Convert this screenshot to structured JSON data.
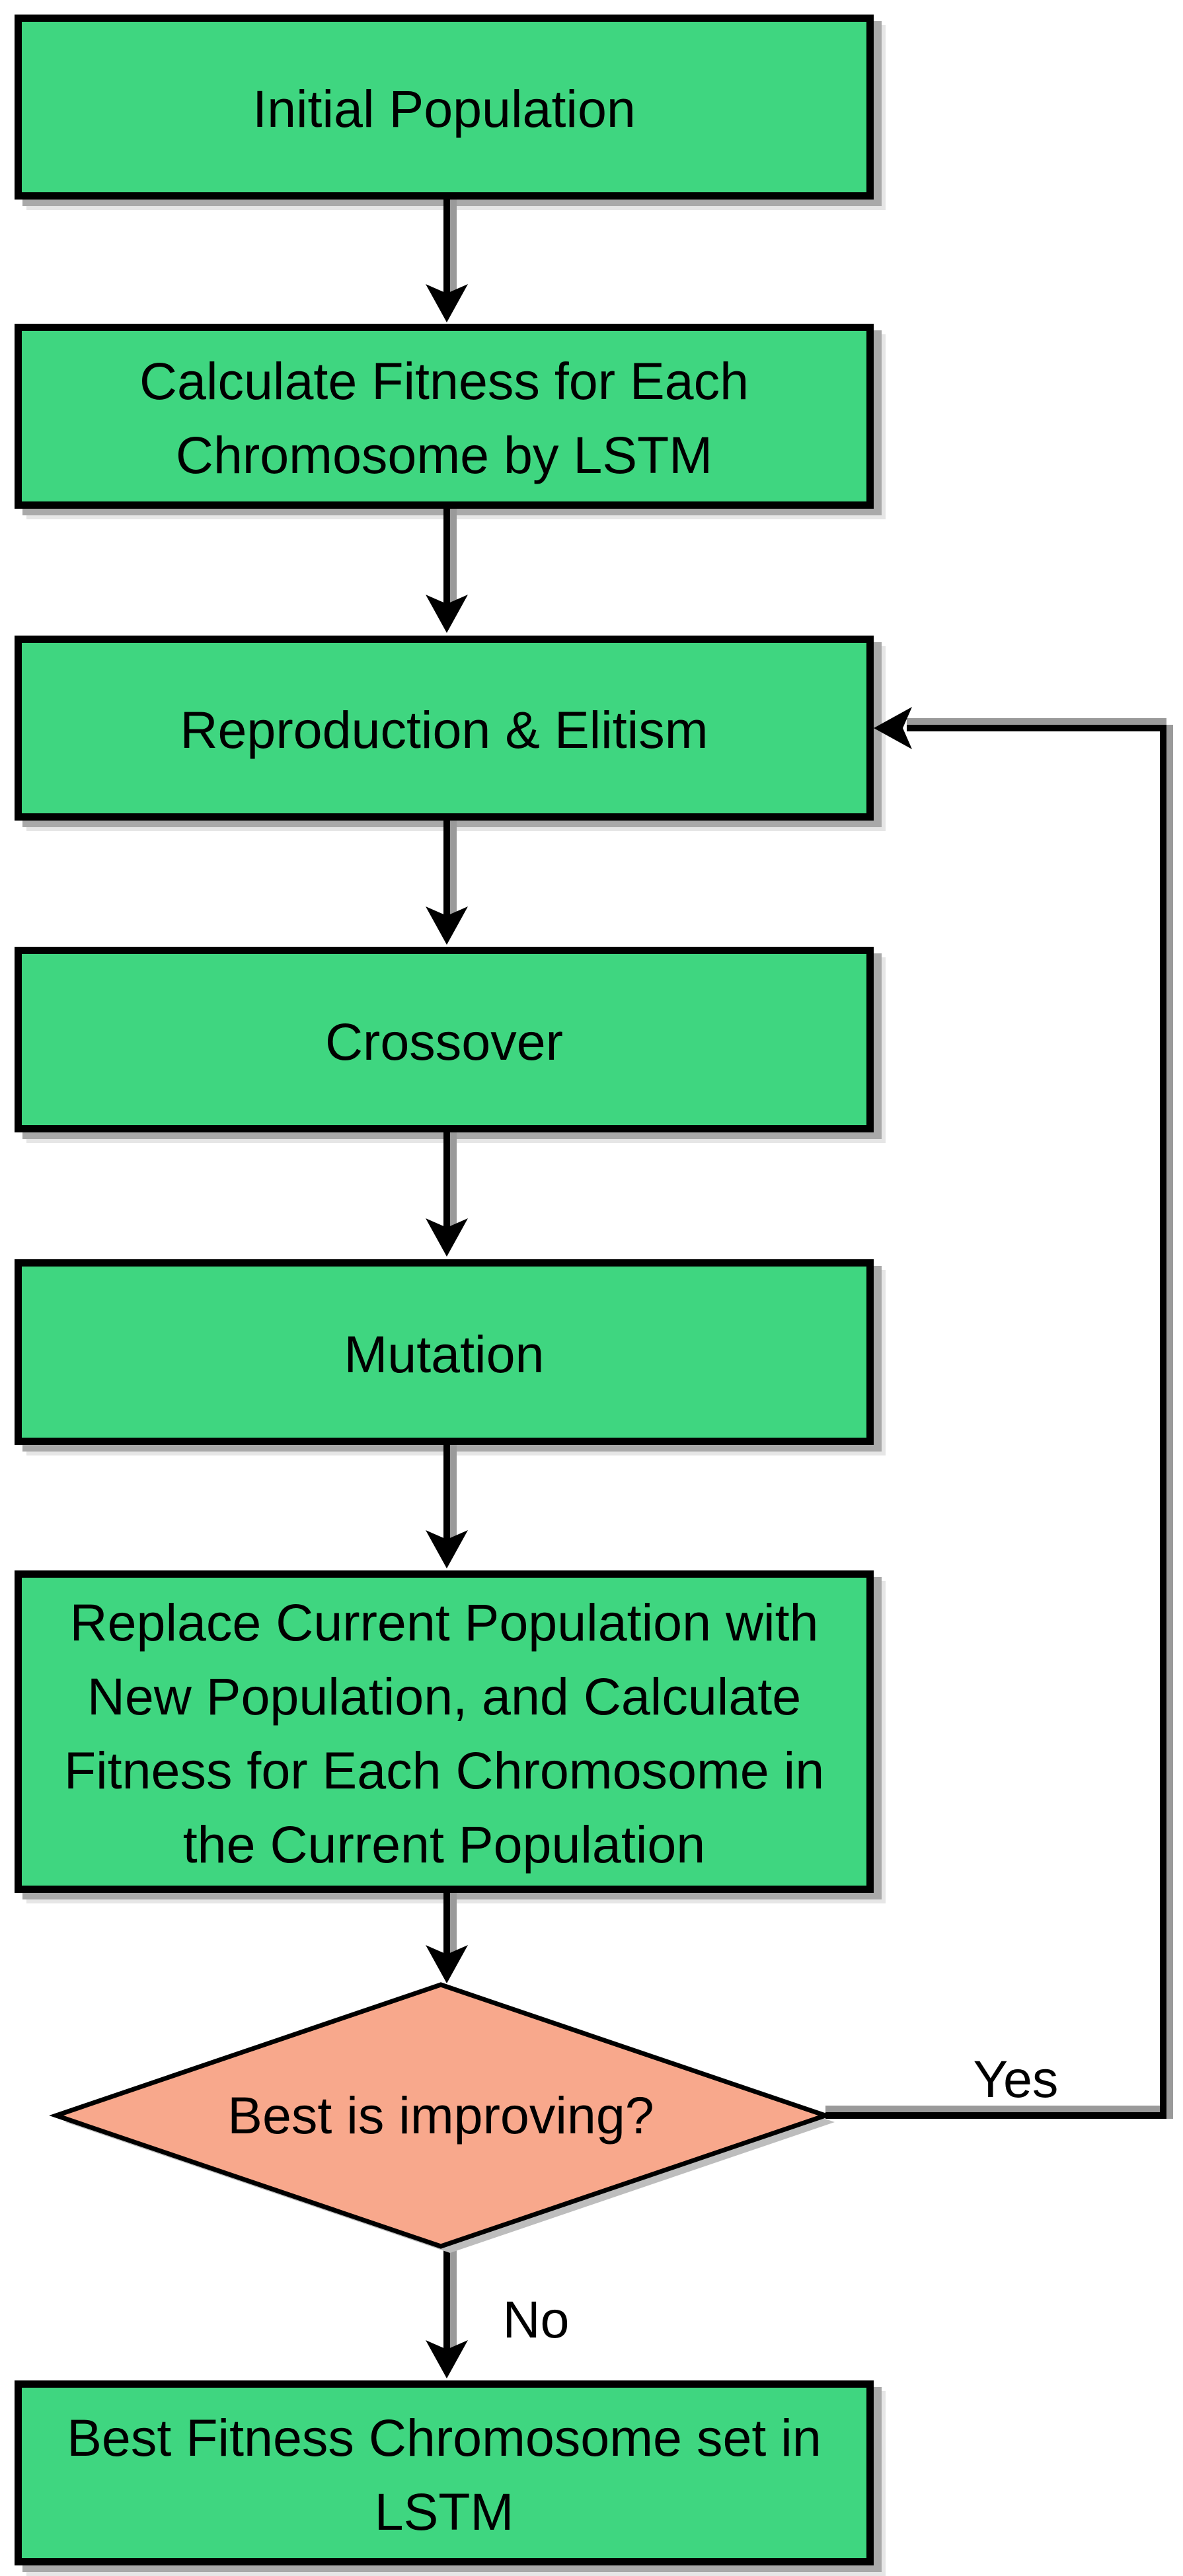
{
  "figure": {
    "type": "flowchart",
    "description": "Genetic algorithm optimization loop with LSTM fitness evaluation"
  },
  "colors": {
    "process_fill": "#3FD680",
    "decision_fill": "#F8A88C",
    "border": "#000000",
    "line": "#000000",
    "shadow": "#A9A9A9",
    "shadow_light": "#E6E6E6",
    "text": "#000000",
    "background": "#FFFFFF"
  },
  "flow": {
    "boxes": [
      {
        "id": "initial-population",
        "lines": [
          "Initial Population"
        ]
      },
      {
        "id": "calculate-fitness",
        "lines": [
          "Calculate Fitness for Each",
          "Chromosome by LSTM"
        ]
      },
      {
        "id": "reproduction-elitism",
        "lines": [
          "Reproduction & Elitism"
        ]
      },
      {
        "id": "crossover",
        "lines": [
          "Crossover"
        ]
      },
      {
        "id": "mutation",
        "lines": [
          "Mutation"
        ]
      },
      {
        "id": "replace-population",
        "lines": [
          "Replace Current Population with",
          "New Population, and Calculate",
          "Fitness for Each Chromosome in",
          "the Current Population"
        ]
      },
      {
        "id": "best-fitness-set",
        "lines": [
          "Best Fitness Chromosome set in",
          "LSTM"
        ]
      }
    ],
    "decision": {
      "id": "best-improving",
      "label": "Best is improving?"
    },
    "edge_labels": {
      "yes": "Yes",
      "no": "No"
    }
  }
}
